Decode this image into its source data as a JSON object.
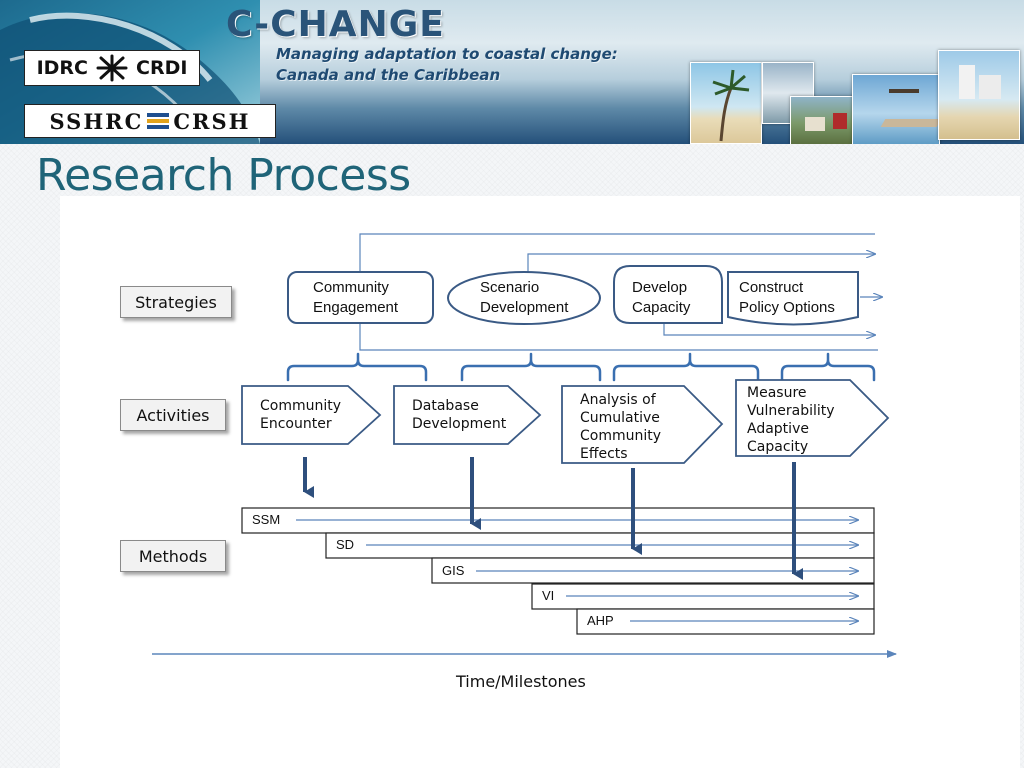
{
  "header": {
    "title": "C-CHANGE",
    "subtitle_lines": [
      "Managing adaptation to coastal change:",
      "Canada and the Caribbean"
    ],
    "logos": {
      "idrc_left": "IDRC",
      "idrc_right": "CRDI",
      "sshrc_left": "SSHRC",
      "sshrc_right": "CRSH"
    }
  },
  "slide_title": "Research Process",
  "row_labels": {
    "strategies": "Strategies",
    "activities": "Activities",
    "methods": "Methods"
  },
  "strategies": [
    {
      "lines": [
        "Community",
        "Engagement"
      ]
    },
    {
      "lines": [
        "Scenario",
        "Development"
      ]
    },
    {
      "lines": [
        "Develop",
        "Capacity"
      ]
    },
    {
      "lines": [
        "Construct",
        "Policy Options"
      ]
    }
  ],
  "activities": [
    {
      "lines": [
        "Community",
        "Encounter"
      ]
    },
    {
      "lines": [
        "Database",
        "Development"
      ]
    },
    {
      "lines": [
        "Analysis of",
        "Cumulative",
        "Community",
        "Effects"
      ]
    },
    {
      "lines": [
        "Measure",
        "Vulnerability",
        "Adaptive",
        "Capacity"
      ]
    }
  ],
  "methods": [
    "SSM",
    "SD",
    "GIS",
    "VI",
    "AHP"
  ],
  "timeline_label": "Time/Milestones",
  "colors": {
    "title": "#1f6478",
    "node_border": "#3a5a85",
    "arrow": "#5b85bb",
    "strong_arrow": "#2e4f7d"
  }
}
